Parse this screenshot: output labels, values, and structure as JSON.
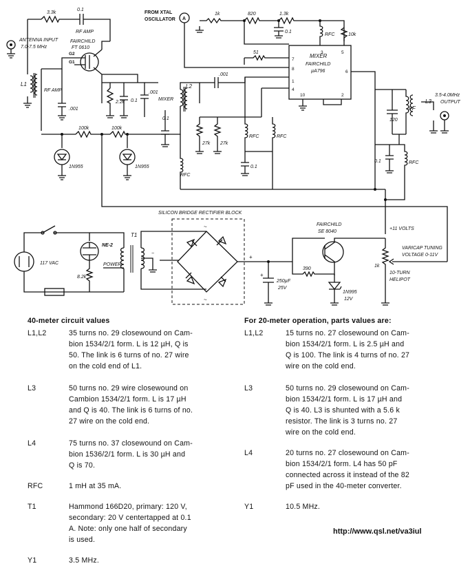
{
  "schematic": {
    "labels": {
      "r_input": "3.3k",
      "c_input": "0.1",
      "rf_amp_top": "RF AMP",
      "antenna_input": "ANTENNA INPUT",
      "antenna_range": "7.0-7.5 MHz",
      "fet_make": "FAIRCHILD",
      "fet_part": "FT 0610",
      "g2": "G2",
      "g1": "G1",
      "l1": "L1",
      "rf_amp_left": "RF AMP",
      "c_001_left": ".001",
      "r_2k2": "2.2k",
      "c_01_mid": "0.1",
      "c_001_mid": ".001",
      "mixer_lbl": "MIXER",
      "l2": "L2",
      "c_01_lower": "0.1",
      "r_100k_1": "100k",
      "r_100k_2": "100k",
      "diode_1": "1N955",
      "diode_2": "1N955",
      "rfc_low": "RFC",
      "from_xtal": "FROM XTAL",
      "oscillator": "OSCILLATOR",
      "node_a": "A",
      "r_1k": "1k",
      "r_820": "820",
      "r_1k3": "1.3k",
      "c_01_top": "0.1",
      "rfc_top": "RFC",
      "r_10k": "10k",
      "r_51": "51",
      "c_001_right": ".001",
      "mixer_block_1": "MIXER",
      "mixer_block_2": "FAIRCHILD",
      "mixer_block_3": "µA796",
      "pin_3": "3",
      "pin_5": "5",
      "pin_7": "7",
      "pin_8": "8",
      "pin_6": "6",
      "pin_1": "1",
      "pin_4": "4",
      "pin_10": "10",
      "pin_2": "2",
      "r_27k_1": "27k",
      "r_27k_2": "27k",
      "rfc_mid1": "RFC",
      "rfc_mid2": "RFC",
      "c_01_bottom": "0.1",
      "c_120": "120",
      "if_lbl": "I-F",
      "l3": "L3",
      "output_1": "3.5-4.0MHz",
      "output_2": "OUTPUT",
      "c_01_right": "0.1",
      "rfc_right": "RFC",
      "bridge_title": "SILICON BRIDGE RECTIFIER BLOCK",
      "ac_117": "117 VAC",
      "ne2": "NE-2",
      "r_82k": "8.2k",
      "power_lbl": "POWER",
      "t1": "T1",
      "tilde_top": "~",
      "tilde_bottom": "~",
      "minus": "−",
      "plus": "+",
      "cap_plus": "+",
      "c_250": "250µF",
      "c_25v": "25V",
      "reg_make": "FAIRCHILD",
      "reg_part": "SE 8040",
      "r_390": "390",
      "zener_1": "1N995",
      "zener_2": "12V",
      "volts_11": "+11 VOLTS",
      "varicap_1": "VARICAP TUNING",
      "varicap_2": "VOLTAGE 0-11V",
      "pot_1k": "1k",
      "helipot_1": "10-TURN",
      "helipot_2": "HELIPOT"
    }
  },
  "left_column": {
    "title": "40-meter circuit values",
    "rows": [
      {
        "label": "L1,L2",
        "lines": [
          "35 turns no. 29 closewound on Cam-",
          "bion 1534/2/1 form. L is 12 µH, Q is",
          "50. The link is 6 turns of no. 27 wire",
          "on the cold end of L1."
        ]
      },
      {
        "label": "L3",
        "lines": [
          "50 turns no. 29 wire closewound on",
          "Cambion 1534/2/1 form. L is 17 µH",
          "and Q is 40. The link is 6 turns of no.",
          "27 wire on the cold end."
        ]
      },
      {
        "label": "L4",
        "lines": [
          "75 turns no. 37 closewound on Cam-",
          "bion 1536/2/1 form. L is 30 µH and",
          "Q is 70."
        ]
      },
      {
        "label": "RFC",
        "lines": [
          "1 mH at 35 mA."
        ]
      },
      {
        "label": "T1",
        "lines": [
          "Hammond 166D20, primary: 120 V,",
          "secondary: 20 V centertapped at 0.1",
          "A. Note: only one half of secondary",
          "is used."
        ]
      },
      {
        "label": "Y1",
        "lines": [
          "3.5 MHz."
        ]
      }
    ]
  },
  "right_column": {
    "title": "For 20-meter operation, parts values are:",
    "rows": [
      {
        "label": "L1,L2",
        "lines": [
          "15 turns no. 27 closewound on Cam-",
          "bion 1534/2/1 form. L is 2.5 µH and",
          "Q is 100. The link is 4 turns of no. 27",
          "wire on the cold end."
        ]
      },
      {
        "label": "L3",
        "lines": [
          "50 turns no. 29 closewound on Cam-",
          "bion 1534/2/1 form. L is 17 µH and",
          "Q is 40. L3 is shunted with a 5.6 k",
          "resistor. The link is 3 turns no. 27",
          "wire on the cold end."
        ]
      },
      {
        "label": "L4",
        "lines": [
          "20 turns no. 27 closewound on Cam-",
          "bion 1534/2/1 form. L4 has 50 pF",
          "connected across it instead of the 82",
          "pF used in the 40-meter converter."
        ]
      },
      {
        "label": "Y1",
        "lines": [
          "10.5 MHz."
        ]
      }
    ]
  },
  "footer": {
    "url": "http://www.qsl.net/va3iul"
  }
}
